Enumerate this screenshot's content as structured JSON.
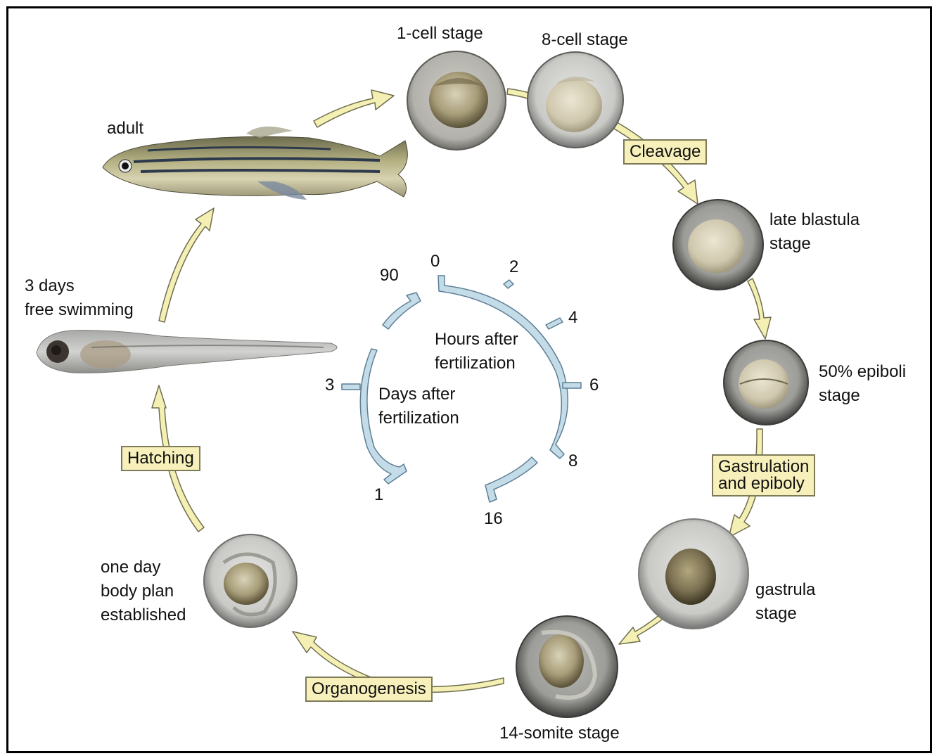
{
  "stages": {
    "one_cell": "1-cell stage",
    "eight_cell": "8-cell stage",
    "late_blastula": [
      "late blastula",
      "stage"
    ],
    "epiboly_50": [
      "50% epiboli",
      "stage"
    ],
    "gastrula": [
      "gastrula",
      "stage"
    ],
    "somite_14": "14-somite stage",
    "one_day": [
      "one day",
      "body plan",
      "established"
    ],
    "three_days": [
      "3 days",
      "free swimming"
    ],
    "adult": "adult"
  },
  "processes": {
    "cleavage": "Cleavage",
    "gastrulation": [
      "Gastrulation",
      "and epiboly"
    ],
    "organogenesis": "Organogenesis",
    "hatching": "Hatching"
  },
  "timeline": {
    "hours_label": [
      "Hours after",
      "fertilization"
    ],
    "days_label": [
      "Days after",
      "fertilization"
    ],
    "hour_ticks": [
      "0",
      "2",
      "4",
      "6",
      "8",
      "16"
    ],
    "day_ticks": [
      "1",
      "3",
      "90"
    ]
  },
  "colors": {
    "arrow_fill": "#f4f0b4",
    "arrow_stroke": "#6f6d4e",
    "box_fill": "#f7f0bb",
    "timeline_fill": "#c4dbe8",
    "timeline_stroke": "#5d7f95"
  }
}
